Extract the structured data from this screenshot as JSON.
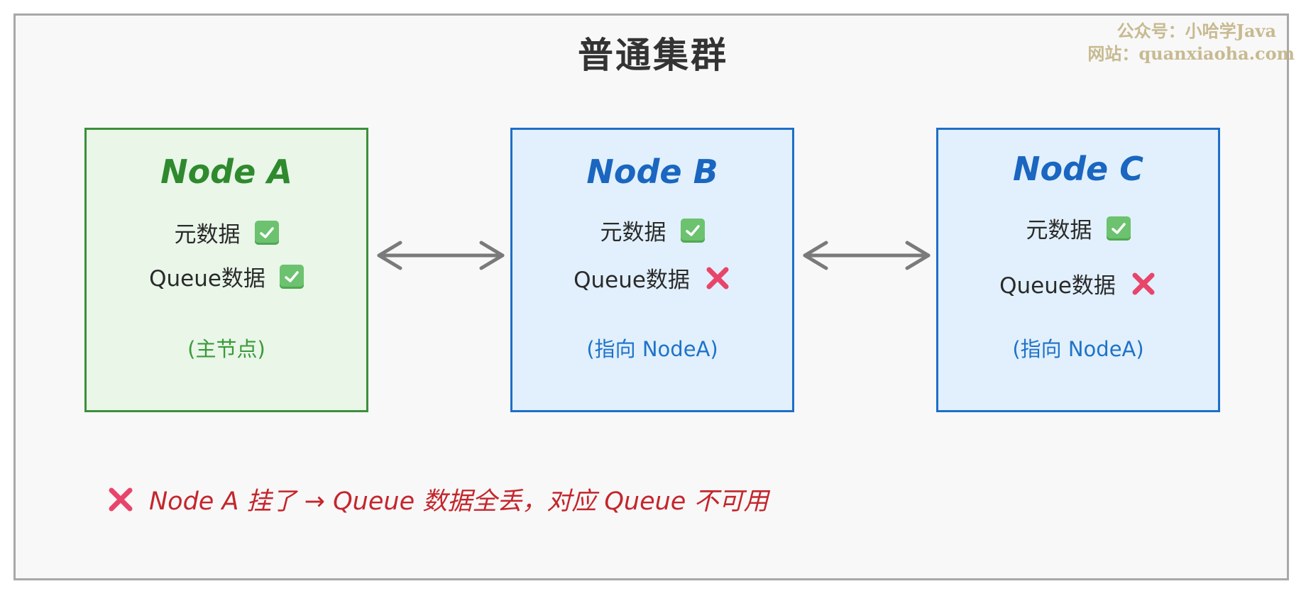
{
  "title": "普通集群",
  "watermark": {
    "line1": "公众号：小哈学Java",
    "line2": "网站：quanxiaoha.com"
  },
  "nodes": [
    {
      "name": "Node A",
      "metadata_label": "元数据",
      "metadata_status": "check",
      "queue_label": "Queue数据",
      "queue_status": "check",
      "note": "(主节点)",
      "color": "#3c8f3a"
    },
    {
      "name": "Node B",
      "metadata_label": "元数据",
      "metadata_status": "check",
      "queue_label": "Queue数据",
      "queue_status": "cross",
      "note": "(指向 NodeA)",
      "color": "#1e6fc8"
    },
    {
      "name": "Node C",
      "metadata_label": "元数据",
      "metadata_status": "check",
      "queue_label": "Queue数据",
      "queue_status": "cross",
      "note": "(指向 NodeA)",
      "color": "#1e6fc8"
    }
  ],
  "connections": [
    {
      "from": "Node A",
      "to": "Node B",
      "type": "bidirectional-arrow"
    },
    {
      "from": "Node B",
      "to": "Node C",
      "type": "bidirectional-arrow"
    }
  ],
  "footer": {
    "icon": "cross-icon",
    "text": "Node A 挂了 → Queue 数据全丢，对应 Queue 不可用",
    "color": "#c4262c"
  },
  "colors": {
    "check": "#6cc26f",
    "cross": "#e8456b",
    "arrow": "#7a7a7a"
  }
}
